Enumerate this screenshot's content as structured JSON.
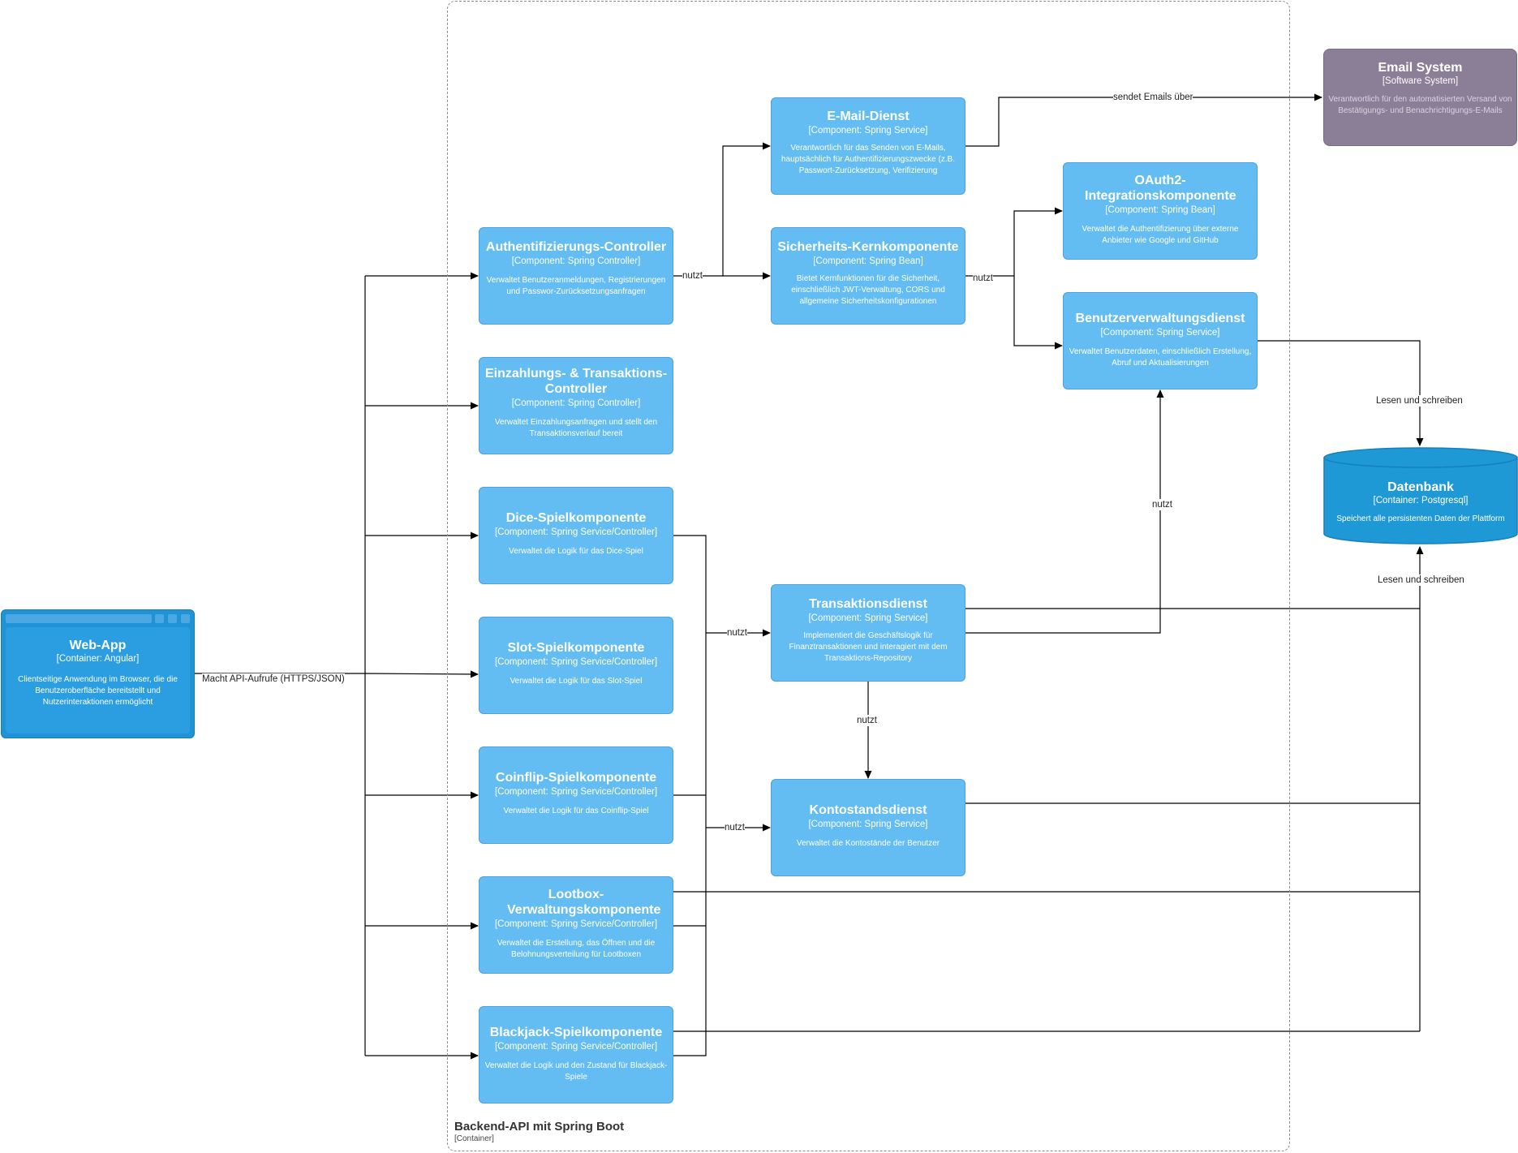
{
  "boundary": {
    "title": "Backend-API mit Spring Boot",
    "subtitle": "[Container]"
  },
  "webapp": {
    "title": "Web-App",
    "type": "[Container: Angular]",
    "description": "Clientseitige Anwendung im Browser, die die Benutzeroberfläche bereitstellt und Nutzerinteraktionen ermöglicht"
  },
  "email_system": {
    "title": "Email System",
    "type": "[Software System]",
    "description": "Verantwortlich für den automatisierten Versand von Bestätigungs- und Benachrichtigungs-E-Mails"
  },
  "database": {
    "title": "Datenbank",
    "type": "[Container: Postgresql]",
    "description": "Speichert alle persistenten Daten der Plattform"
  },
  "components": {
    "auth": {
      "title": "Authentifizierungs-Controller",
      "type": "[Component: Spring Controller]",
      "description": "Verwaltet Benutzeranmeldungen, Registrierungen und Passwor-Zurücksetzungsanfragen"
    },
    "deposit": {
      "title": "Einzahlungs- & Transaktions-Controller",
      "type": "[Component: Spring Controller]",
      "description": "Verwaltet Einzahlungsanfragen und stellt den Transaktionsverlauf bereit"
    },
    "dice": {
      "title": "Dice-Spielkomponente",
      "type": "[Component: Spring Service/Controller]",
      "description": "Verwaltet die Logik für das Dice-Spiel"
    },
    "slot": {
      "title": "Slot-Spielkomponente",
      "type": "[Component: Spring Service/Controller]",
      "description": "Verwaltet die Logik für das Slot-Spiel"
    },
    "coinflip": {
      "title": "Coinflip-Spielkomponente",
      "type": "[Component: Spring Service/Controller]",
      "description": "Verwaltet die Logik für das Coinflip-Spiel"
    },
    "lootbox": {
      "title": "Lootbox-Verwaltungskomponente",
      "type": "[Component: Spring Service/Controller]",
      "description": "Verwaltet die Erstellung, das Öffnen und die Belohnungsverteilung für Lootboxen"
    },
    "blackjack": {
      "title": "Blackjack-Spielkomponente",
      "type": "[Component: Spring Service/Controller]",
      "description": "Verwaltet die Logik und den Zustand für Blackjack-Spiele"
    },
    "email": {
      "title": "E-Mail-Dienst",
      "type": "[Component: Spring Service]",
      "description": "Verantwortlich für das Senden von E-Mails, hauptsächlich für Authentifizierungszwecke (z.B. Passwort-Zurücksetzung, Verifizierung"
    },
    "security": {
      "title": "Sicherheits-Kernkomponente",
      "type": "[Component: Spring Bean]",
      "description": "Bietet Kernfunktionen für die Sicherheit, einschließlich JWT-Verwaltung, CORS und allgemeine Sicherheitskonfigurationen"
    },
    "oauth": {
      "title": "OAuth2-Integrationskomponente",
      "type": "[Component: Spring Bean]",
      "description": "Verwaltet die Authentifizierung über externe Anbieter wie Google und GitHub"
    },
    "users": {
      "title": "Benutzerverwaltungsdienst",
      "type": "[Component: Spring Service]",
      "description": "Verwaltet Benutzerdaten, einschließlich Erstellung, Abruf und Aktualisierungen"
    },
    "transaction": {
      "title": "Transaktionsdienst",
      "type": "[Component: Spring Service]",
      "description": "Implementiert die Geschäftslogik für Finanztransaktionen und interagiert mit dem Transaktions-Repository"
    },
    "balance": {
      "title": "Kontostandsdienst",
      "type": "[Component: Spring Service]",
      "description": "Verwaltet die Kontostände der Benutzer"
    }
  },
  "edge_labels": {
    "api_calls": "Macht API-Aufrufe (HTTPS/JSON)",
    "auth_uses": "nutzt",
    "security_uses": "nutzt",
    "sends_email": "sendet Emails über",
    "users_db": "Lesen und schreiben",
    "db_bottom": "Lesen und schreiben",
    "tx_users": "nutzt",
    "games_tx": "nutzt",
    "tx_balance": "nutzt",
    "games_balance": "nutzt"
  }
}
